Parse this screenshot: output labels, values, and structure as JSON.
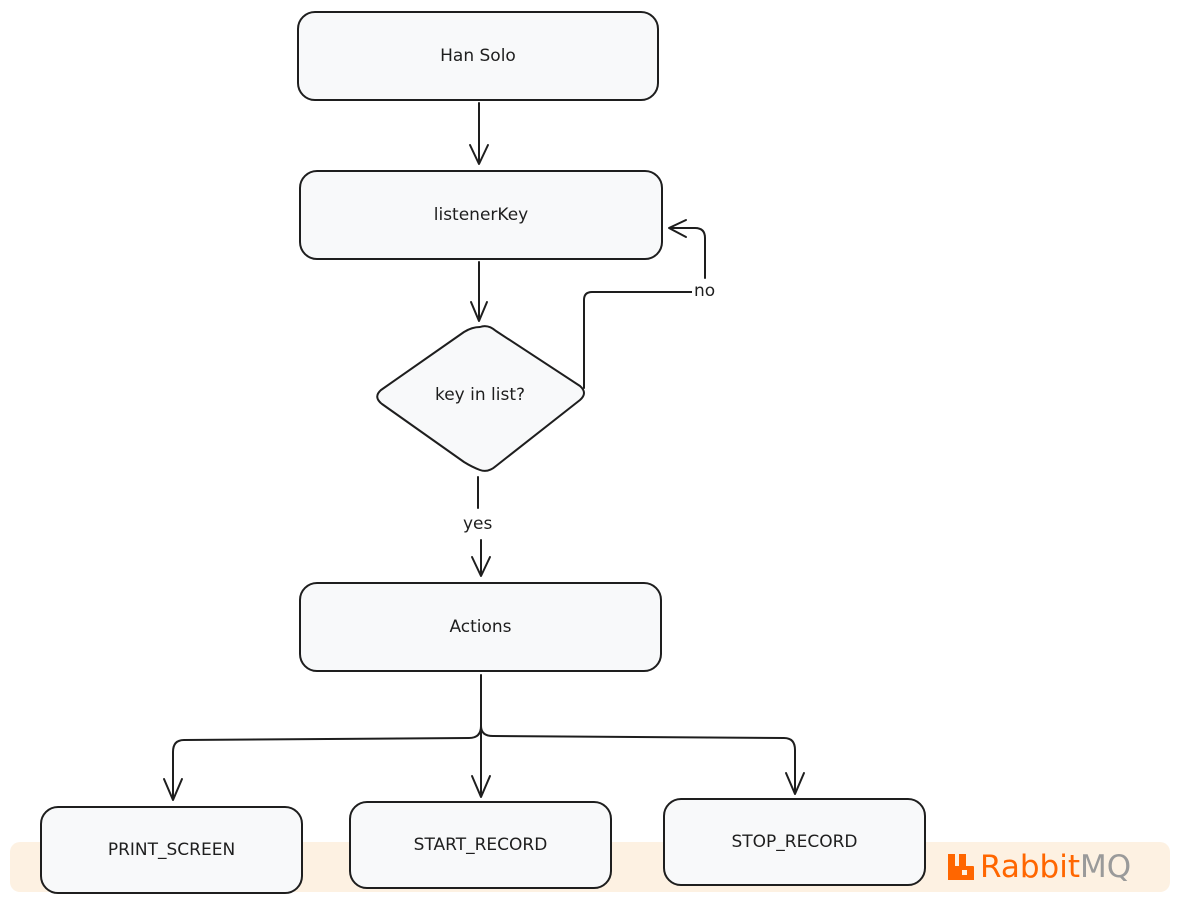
{
  "nodes": {
    "start": "Han Solo",
    "listener": "listenerKey",
    "decision": "key in list?",
    "actions": "Actions",
    "print_screen": "PRINT_SCREEN",
    "start_record": "START_RECORD",
    "stop_record": "STOP_RECORD"
  },
  "edges": {
    "no_label": "no",
    "yes_label": "yes"
  },
  "logo": {
    "word_brand": "Rabbit",
    "word_suffix": "MQ",
    "brand_color": "#ff6600",
    "suffix_color": "#9a9a9a"
  },
  "colors": {
    "stroke": "#1e1e1e",
    "node_fill": "#f8f9fa",
    "band_fill": "#fdf1e2"
  }
}
